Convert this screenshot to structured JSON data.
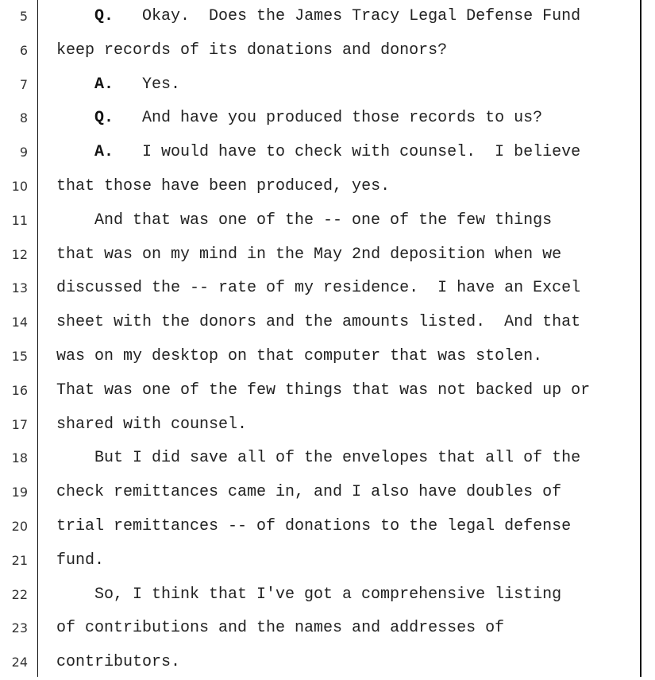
{
  "transcript": {
    "lines": [
      {
        "number": "5",
        "speaker": "Q.",
        "text": "Okay.  Does the James Tracy Legal Defense Fund",
        "indent": true
      },
      {
        "number": "6",
        "speaker": "",
        "text": "keep records of its donations and donors?",
        "indent": false
      },
      {
        "number": "7",
        "speaker": "A.",
        "text": "Yes.",
        "indent": true
      },
      {
        "number": "8",
        "speaker": "Q.",
        "text": "And have you produced those records to us?",
        "indent": true
      },
      {
        "number": "9",
        "speaker": "A.",
        "text": "I would have to check with counsel.  I believe",
        "indent": true
      },
      {
        "number": "10",
        "speaker": "",
        "text": "that those have been produced, yes.",
        "indent": false
      },
      {
        "number": "11",
        "speaker": "",
        "text": "And that was one of the -- one of the few things",
        "indent": true
      },
      {
        "number": "12",
        "speaker": "",
        "text": "that was on my mind in the May 2nd deposition when we",
        "indent": false
      },
      {
        "number": "13",
        "speaker": "",
        "text": "discussed the -- rate of my residence.  I have an Excel",
        "indent": false
      },
      {
        "number": "14",
        "speaker": "",
        "text": "sheet with the donors and the amounts listed.  And that",
        "indent": false
      },
      {
        "number": "15",
        "speaker": "",
        "text": "was on my desktop on that computer that was stolen.",
        "indent": false
      },
      {
        "number": "16",
        "speaker": "",
        "text": "That was one of the few things that was not backed up or",
        "indent": false
      },
      {
        "number": "17",
        "speaker": "",
        "text": "shared with counsel.",
        "indent": false
      },
      {
        "number": "18",
        "speaker": "",
        "text": "But I did save all of the envelopes that all of the",
        "indent": true
      },
      {
        "number": "19",
        "speaker": "",
        "text": "check remittances came in, and I also have doubles of",
        "indent": false
      },
      {
        "number": "20",
        "speaker": "",
        "text": "trial remittances -- of donations to the legal defense",
        "indent": false
      },
      {
        "number": "21",
        "speaker": "",
        "text": "fund.",
        "indent": false
      },
      {
        "number": "22",
        "speaker": "",
        "text": "So, I think that I've got a comprehensive listing",
        "indent": true
      },
      {
        "number": "23",
        "speaker": "",
        "text": "of contributions and the names and addresses of",
        "indent": false
      },
      {
        "number": "24",
        "speaker": "",
        "text": "contributors.",
        "indent": false
      }
    ]
  }
}
